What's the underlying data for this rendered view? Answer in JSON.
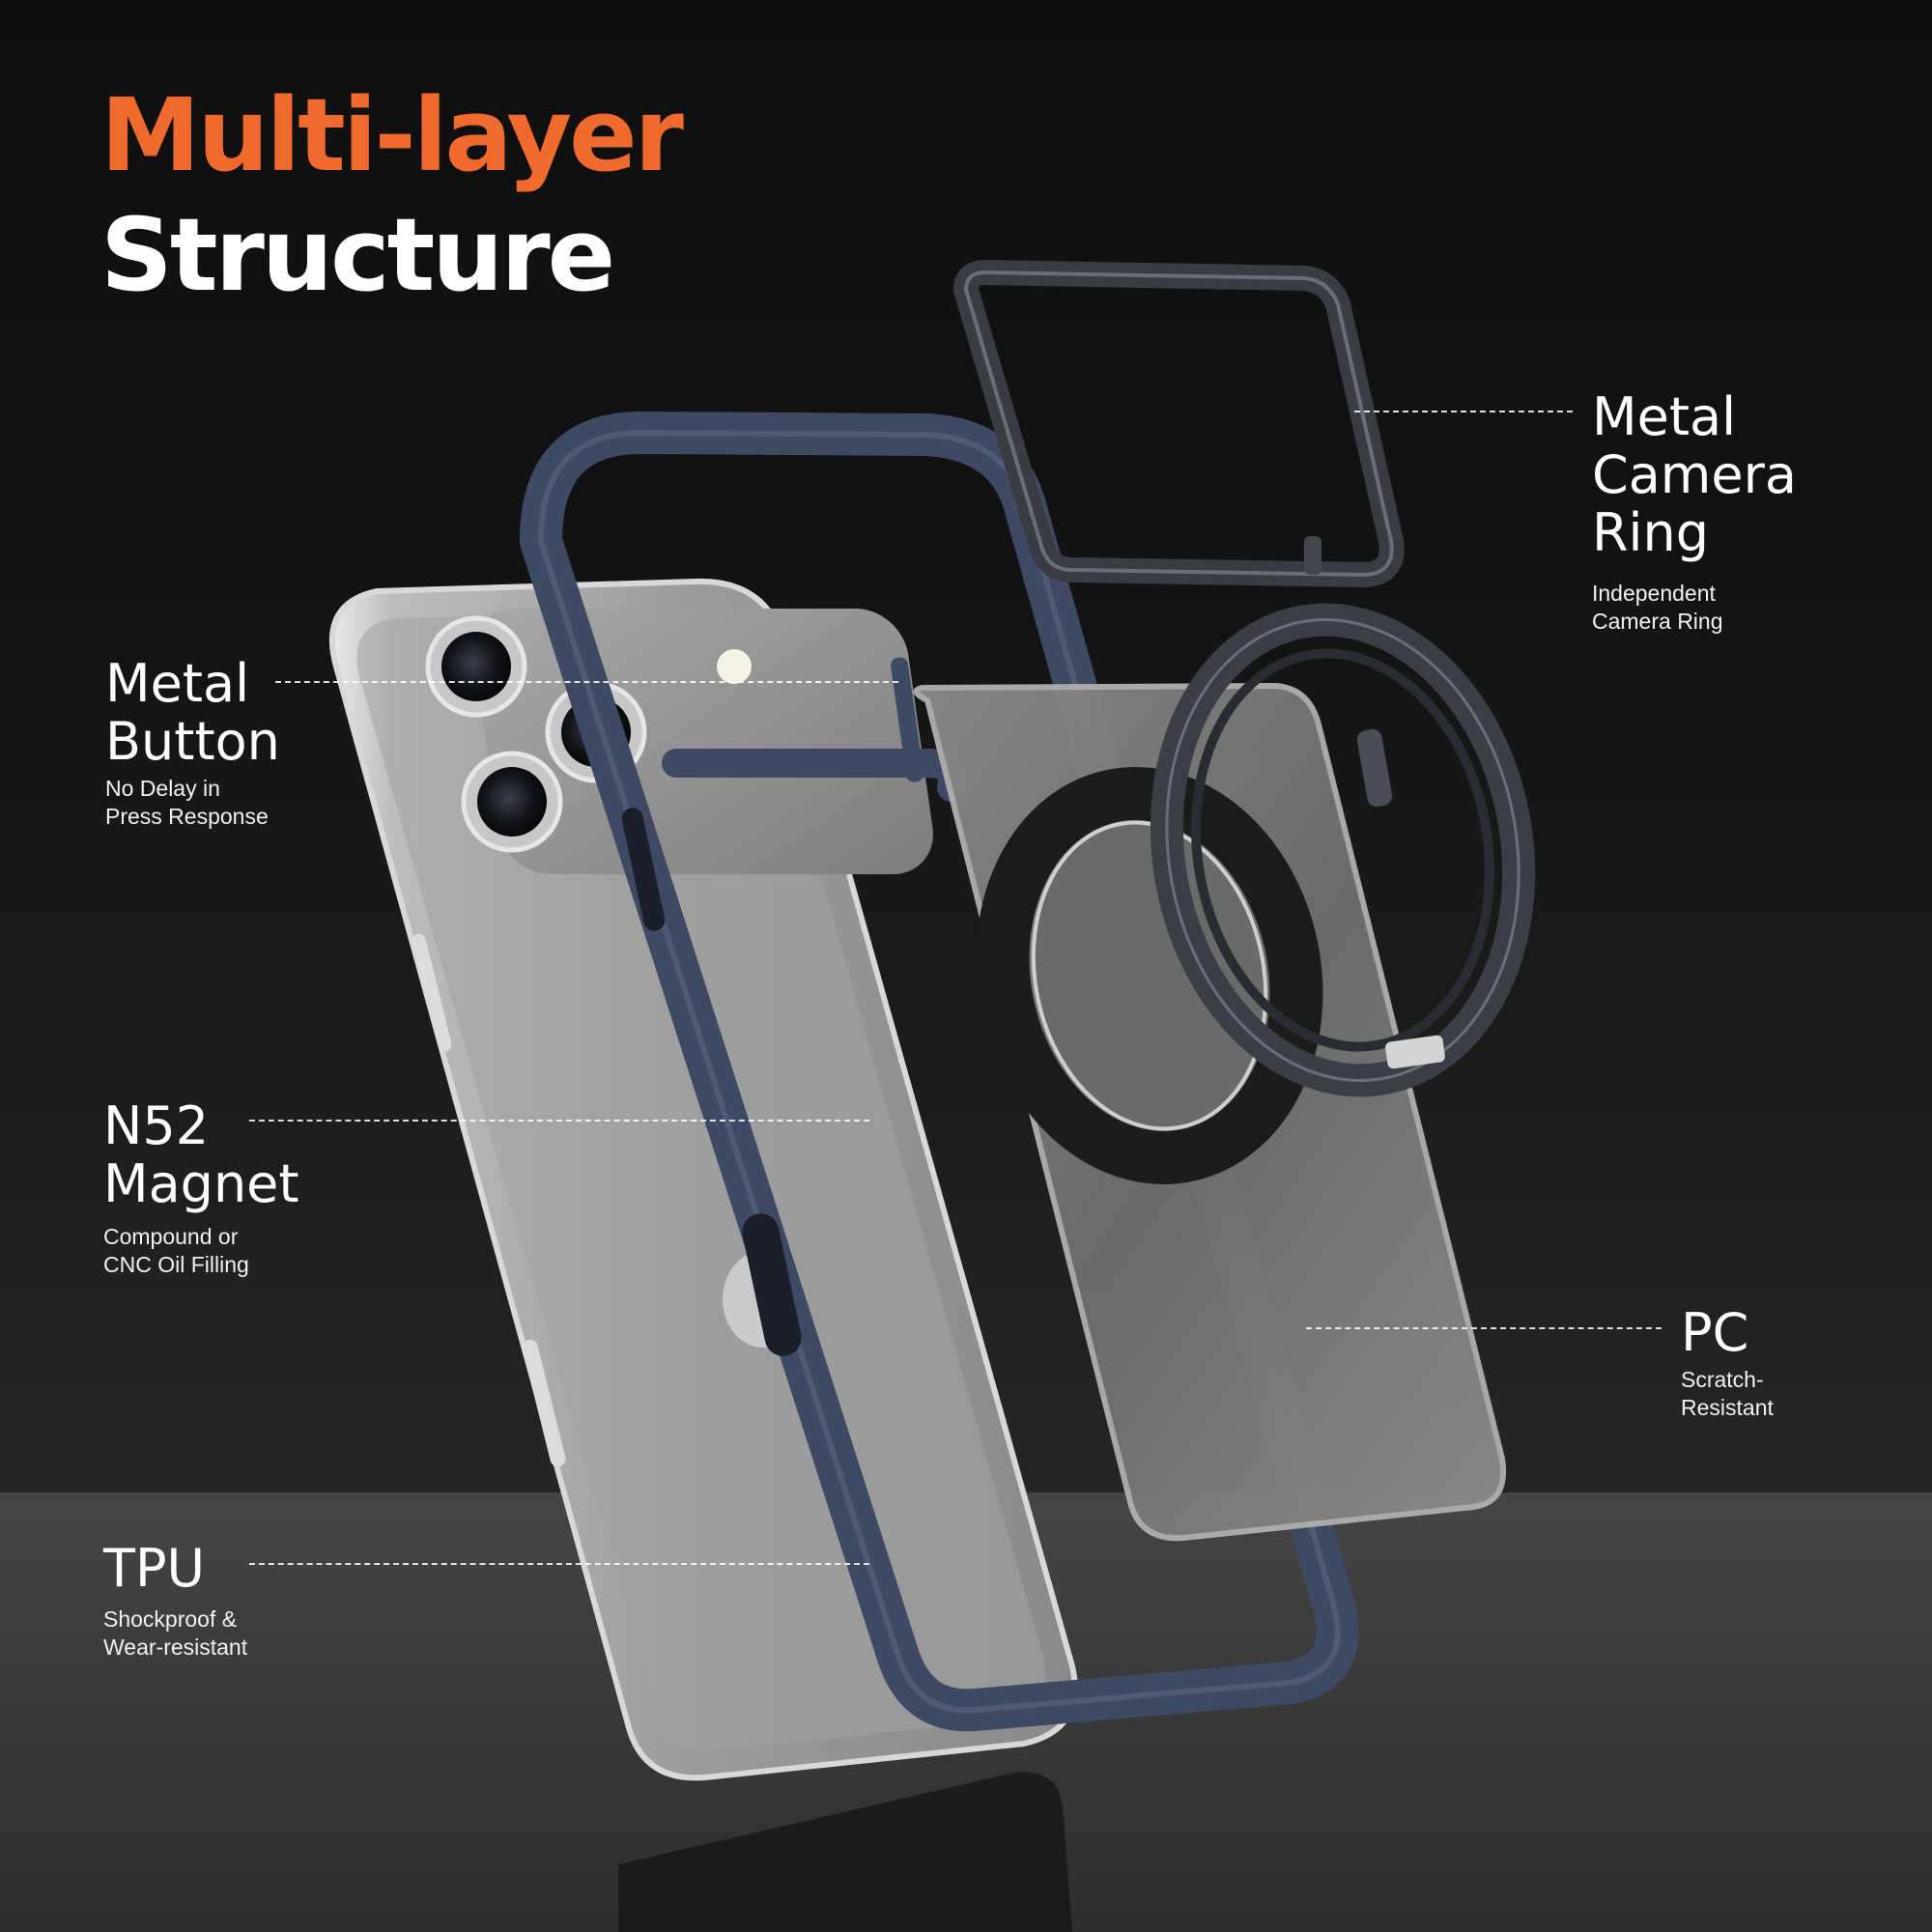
{
  "title": {
    "line1": "Multi-layer",
    "line2": "Structure"
  },
  "callouts": {
    "camera_ring": {
      "heading": "Metal\nCamera\nRing",
      "sub": "Independent\nCamera Ring"
    },
    "metal_button": {
      "heading": "Metal\nButton",
      "sub": "No Delay in\nPress Response"
    },
    "magnet": {
      "heading": "N52\nMagnet",
      "sub": "Compound or\nCNC Oil Filling"
    },
    "pc": {
      "heading": "PC",
      "sub": "Scratch-\nResistant"
    },
    "tpu": {
      "heading": "TPU",
      "sub": "Shockproof &\nWear-resistant"
    }
  },
  "colors": {
    "accent": "#ef6a2c",
    "frame": "#3e4a63",
    "background": "#111111"
  }
}
